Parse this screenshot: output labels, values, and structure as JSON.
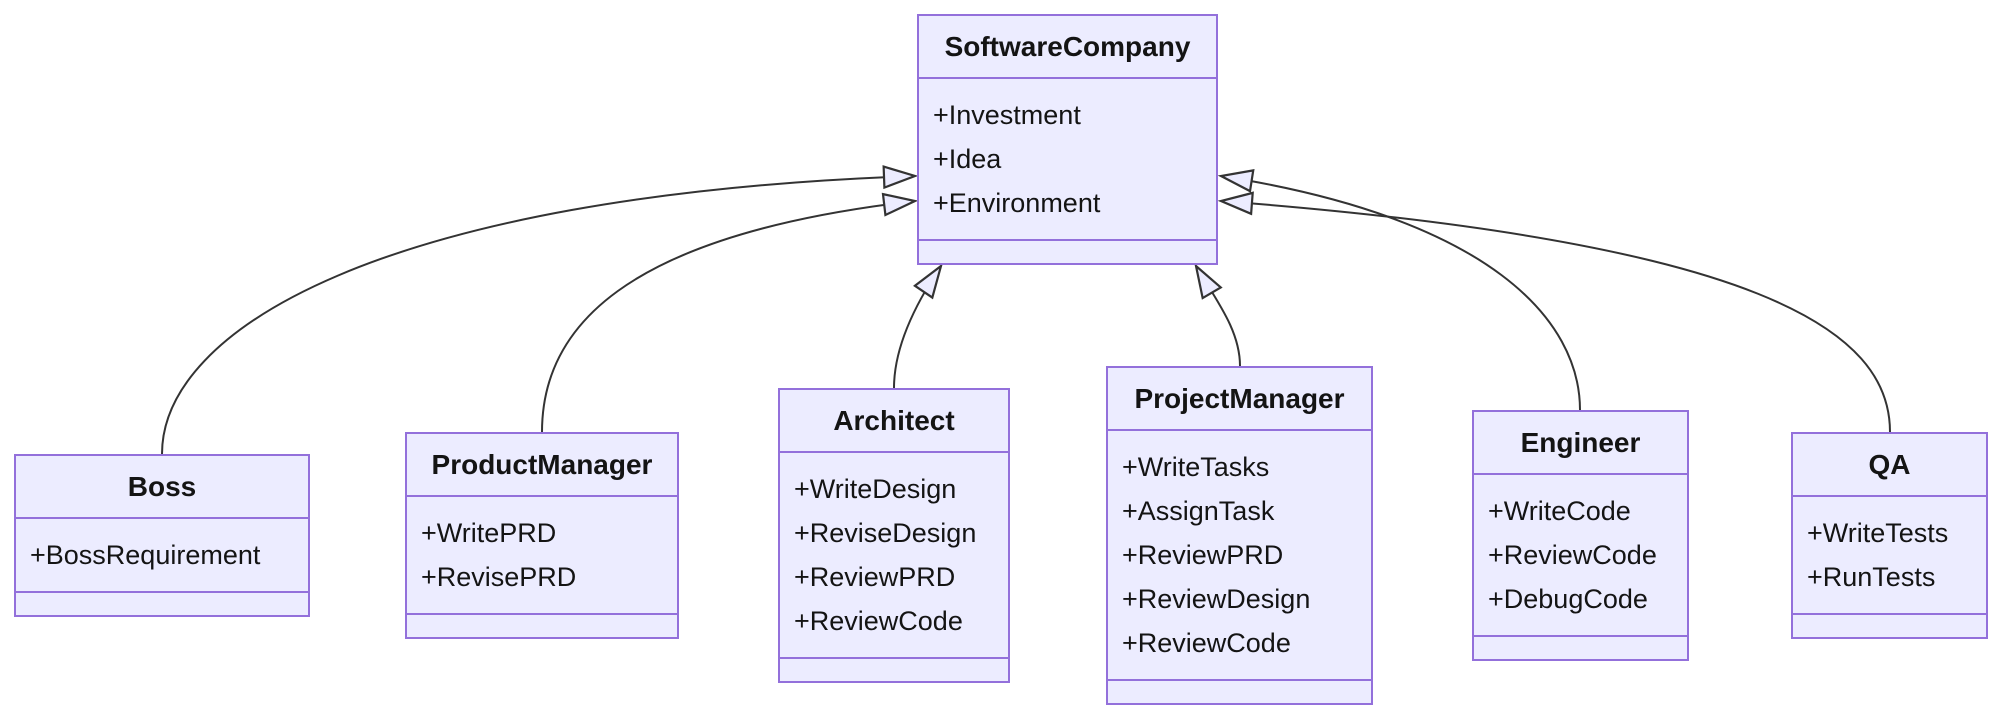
{
  "diagram_type": "uml-class-diagram",
  "colors": {
    "background": "#ffffff",
    "node_fill": "#ECECFF",
    "node_border": "#9370DB",
    "edge_color": "#333333",
    "text_color": "#141414"
  },
  "classes": [
    {
      "name": "SoftwareCompany",
      "attributes": [
        "+Investment",
        "+Idea",
        "+Environment"
      ],
      "methods": []
    },
    {
      "name": "Boss",
      "attributes": [
        "+BossRequirement"
      ],
      "methods": []
    },
    {
      "name": "ProductManager",
      "attributes": [
        "+WritePRD",
        "+RevisePRD"
      ],
      "methods": []
    },
    {
      "name": "Architect",
      "attributes": [
        "+WriteDesign",
        "+ReviseDesign",
        "+ReviewPRD",
        "+ReviewCode"
      ],
      "methods": []
    },
    {
      "name": "ProjectManager",
      "attributes": [
        "+WriteTasks",
        "+AssignTask",
        "+ReviewPRD",
        "+ReviewDesign",
        "+ReviewCode"
      ],
      "methods": []
    },
    {
      "name": "Engineer",
      "attributes": [
        "+WriteCode",
        "+ReviewCode",
        "+DebugCode"
      ],
      "methods": []
    },
    {
      "name": "QA",
      "attributes": [
        "+WriteTests",
        "+RunTests"
      ],
      "methods": []
    }
  ],
  "relationships": [
    {
      "from": "Boss",
      "to": "SoftwareCompany",
      "type": "inheritance"
    },
    {
      "from": "ProductManager",
      "to": "SoftwareCompany",
      "type": "inheritance"
    },
    {
      "from": "Architect",
      "to": "SoftwareCompany",
      "type": "inheritance"
    },
    {
      "from": "ProjectManager",
      "to": "SoftwareCompany",
      "type": "inheritance"
    },
    {
      "from": "Engineer",
      "to": "SoftwareCompany",
      "type": "inheritance"
    },
    {
      "from": "QA",
      "to": "SoftwareCompany",
      "type": "inheritance"
    }
  ]
}
